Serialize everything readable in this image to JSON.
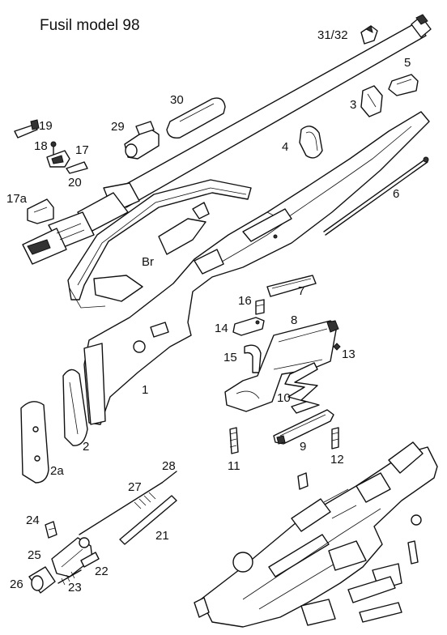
{
  "title": "Fusil model 98",
  "labels": {
    "p1": "1",
    "p2": "2",
    "p2a": "2a",
    "p3": "3",
    "p4": "4",
    "p5": "5",
    "p6": "6",
    "p7": "7",
    "p8": "8",
    "p9": "9",
    "p10": "10",
    "p11": "11",
    "p12": "12",
    "p13": "13",
    "p14": "14",
    "p15": "15",
    "p16": "16",
    "p17": "17",
    "p17a": "17a",
    "p18": "18",
    "p19": "19",
    "p20": "20",
    "p21": "21",
    "p22": "22",
    "p23": "23",
    "p24": "24",
    "p25": "25",
    "p26": "26",
    "p27": "27",
    "p28": "28",
    "p29": "29",
    "p30": "30",
    "p3132": "31/32",
    "pBr": "Br"
  }
}
